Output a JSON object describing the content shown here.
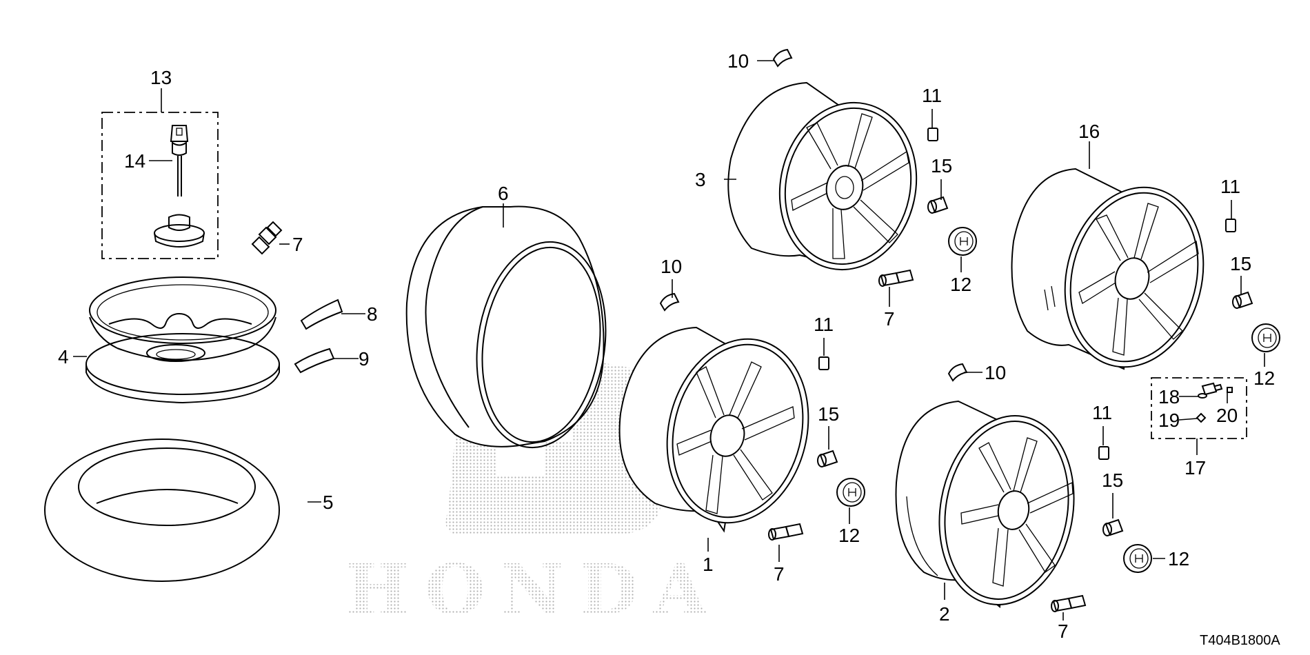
{
  "diagram_code": "T404B1800A",
  "brand_watermark": "HONDA",
  "callouts": {
    "c1": "1",
    "c2": "2",
    "c3": "3",
    "c4": "4",
    "c5": "5",
    "c6": "6",
    "c7a": "7",
    "c7b": "7",
    "c7c": "7",
    "c7d": "7",
    "c8": "8",
    "c9": "9",
    "c10a": "10",
    "c10b": "10",
    "c10c": "10",
    "c11a": "11",
    "c11b": "11",
    "c11c": "11",
    "c11d": "11",
    "c12a": "12",
    "c12b": "12",
    "c12c": "12",
    "c12d": "12",
    "c13": "13",
    "c14": "14",
    "c15a": "15",
    "c15b": "15",
    "c15c": "15",
    "c15d": "15",
    "c16": "16",
    "c17": "17",
    "c18": "18",
    "c19": "19",
    "c20": "20"
  },
  "colors": {
    "line": "#000000",
    "watermark_dot": "#b5b5b5"
  }
}
